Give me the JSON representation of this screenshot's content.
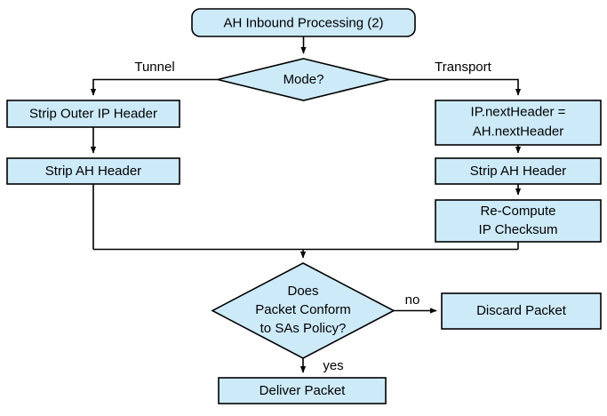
{
  "diagram": {
    "title": "AH Inbound Processing (2)",
    "theme": {
      "node_fill": "#cdeaf9",
      "node_stroke": "#000000",
      "text_color": "#000000",
      "background": "#ffffff"
    },
    "nodes": [
      {
        "id": "start",
        "shape": "rounded-rectangle",
        "lines": [
          "AH Inbound Processing (2)"
        ]
      },
      {
        "id": "mode",
        "shape": "diamond",
        "lines": [
          "Mode?"
        ]
      },
      {
        "id": "strip-outer-ip",
        "shape": "rectangle",
        "lines": [
          "Strip Outer IP Header"
        ]
      },
      {
        "id": "strip-ah-tunnel",
        "shape": "rectangle",
        "lines": [
          "Strip AH Header"
        ]
      },
      {
        "id": "next-header",
        "shape": "rectangle",
        "lines": [
          "IP.nextHeader =",
          "AH.nextHeader"
        ]
      },
      {
        "id": "strip-ah-transport",
        "shape": "rectangle",
        "lines": [
          "Strip AH Header"
        ]
      },
      {
        "id": "recompute",
        "shape": "rectangle",
        "lines": [
          "Re-Compute",
          "IP Checksum"
        ]
      },
      {
        "id": "conform",
        "shape": "diamond",
        "lines": [
          "Does",
          "Packet Conform",
          "to SAs Policy?"
        ]
      },
      {
        "id": "discard",
        "shape": "rectangle",
        "lines": [
          "Discard Packet"
        ]
      },
      {
        "id": "deliver",
        "shape": "rectangle",
        "lines": [
          "Deliver Packet"
        ]
      }
    ],
    "edge_labels": {
      "tunnel": "Tunnel",
      "transport": "Transport",
      "no": "no",
      "yes": "yes"
    }
  }
}
